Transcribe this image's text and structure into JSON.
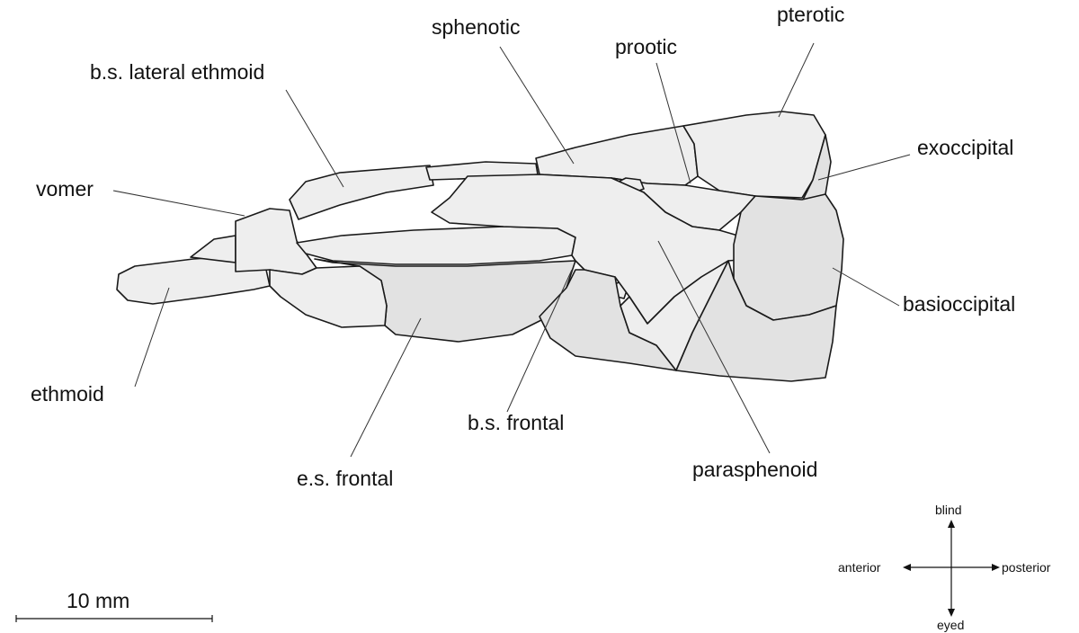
{
  "labels": {
    "sphenotic": "sphenotic",
    "pterotic": "pterotic",
    "prootic": "prootic",
    "bs_lateral_ethmoid": "b.s. lateral ethmoid",
    "exoccipital": "exoccipital",
    "vomer": "vomer",
    "basioccipital": "basioccipital",
    "ethmoid": "ethmoid",
    "bs_frontal": "b.s. frontal",
    "es_frontal": "e.s. frontal",
    "parasphenoid": "parasphenoid"
  },
  "scale_bar": {
    "label": "10 mm"
  },
  "orientation": {
    "up": "blind",
    "down": "eyed",
    "left": "anterior",
    "right": "posterior"
  },
  "colors": {
    "bone_fill": "#eeeeee",
    "bone_fill_dark": "#e2e2e2",
    "outline": "#1a1a1a"
  }
}
